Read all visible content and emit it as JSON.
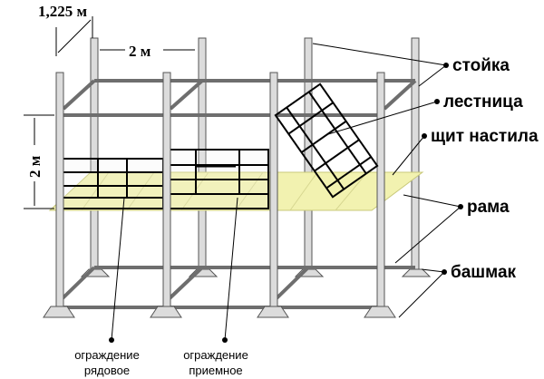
{
  "dimensions": {
    "depth": "1,225 м",
    "span": "2 м",
    "height": "2 м"
  },
  "labels": {
    "post": "стойка",
    "ladder": "лестница",
    "deck_board": "щит настила",
    "frame": "рама",
    "base_plate": "башмак",
    "guard_row_1": "ограждение",
    "guard_row_2": "рядовое",
    "guard_receiving_1": "ограждение",
    "guard_receiving_2": "приемное"
  },
  "colors": {
    "deck": "#f2f2b0",
    "post": "#dcdcdc",
    "rail": "#6e6e6e"
  }
}
